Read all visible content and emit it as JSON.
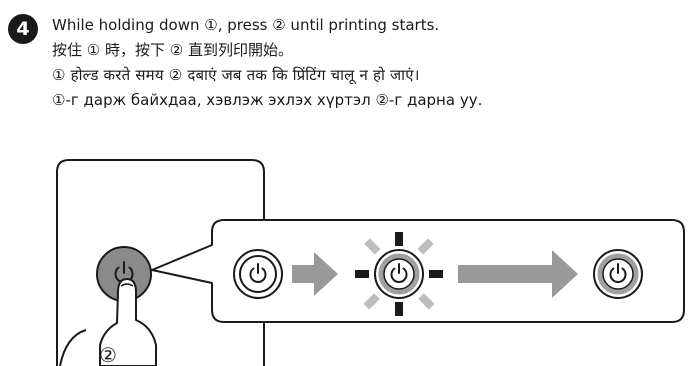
{
  "step": {
    "number": "4"
  },
  "instructions": {
    "en": "While holding down ①, press ② until printing starts.",
    "zh": "按住 ① 時，按下 ② 直到列印開始。",
    "hi": "① होल्ड करते समय ② दबाएं जब तक कि प्रिंटिंग चालू न हो जाएं।",
    "mn": "①-г дарж байхдаа, хэвлэж эхлэх хүртэл ②-г дарна уу."
  },
  "illustration": {
    "finger_marker": "②",
    "icons": {
      "power": "power-icon",
      "arrow": "arrow-right-icon",
      "rays": "light-rays-icon",
      "hand": "finger-icon"
    },
    "colors": {
      "outline": "#1a1a1a",
      "button_pressed": "#8a8a8a",
      "arrow": "#999999",
      "rays_dark": "#1a1a1a",
      "rays_light": "#bdbdbd",
      "ring_gray": "#a0a0a0"
    }
  }
}
